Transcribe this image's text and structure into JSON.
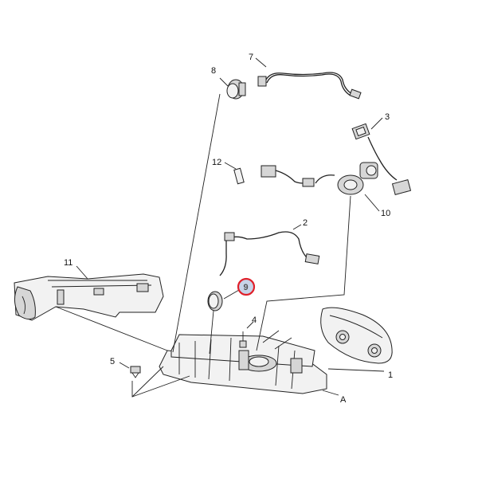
{
  "diagram": {
    "callouts": {
      "c1": "1",
      "c2": "2",
      "c3": "3",
      "c4": "4",
      "c5": "5",
      "c7": "7",
      "c8": "8",
      "c9": "9",
      "c10": "10",
      "c11": "11",
      "c12": "12",
      "cA": "A"
    },
    "selected_callout": "9",
    "colors": {
      "line": "#222222",
      "highlight_ring": "#e0202a",
      "highlight_fill": "#c7d3e8"
    }
  }
}
